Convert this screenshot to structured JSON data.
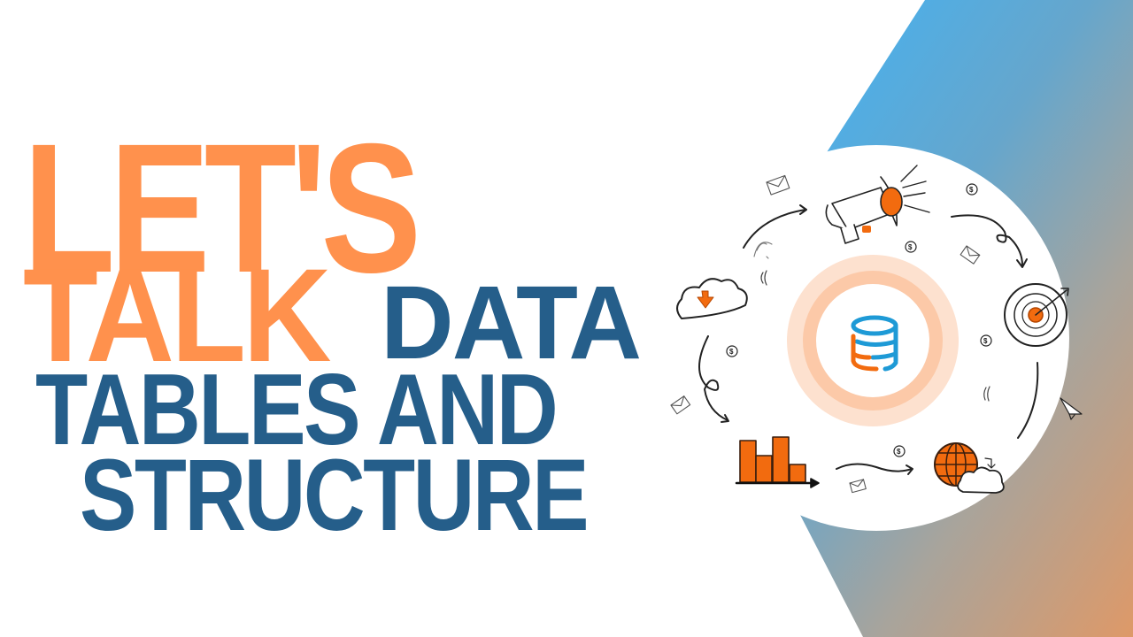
{
  "headline": {
    "line1": "LET'S",
    "line2": "TALK",
    "line3": "DATA",
    "line4": "TABLES AND",
    "line5": "STRUCTURE"
  },
  "colors": {
    "orange": "#FF914D",
    "blue": "#255E8A",
    "gradient_top": "#38B6FF",
    "gradient_bottom": "#D99A70",
    "ring_outer": "#FDE1CF",
    "ring_middle": "#FCC9A8",
    "icon_orange": "#F26B0F",
    "icon_blue": "#1E9AD6"
  },
  "illustration": {
    "center_icon": "database-icon",
    "orbit_icons": [
      "megaphone-icon",
      "target-icon",
      "globe-cloud-icon",
      "bar-chart-icon",
      "cloud-download-icon",
      "envelope-icon",
      "dollar-coin-icon",
      "paper-plane-icon",
      "wifi-signal-icon",
      "curved-arrow-icon"
    ]
  }
}
